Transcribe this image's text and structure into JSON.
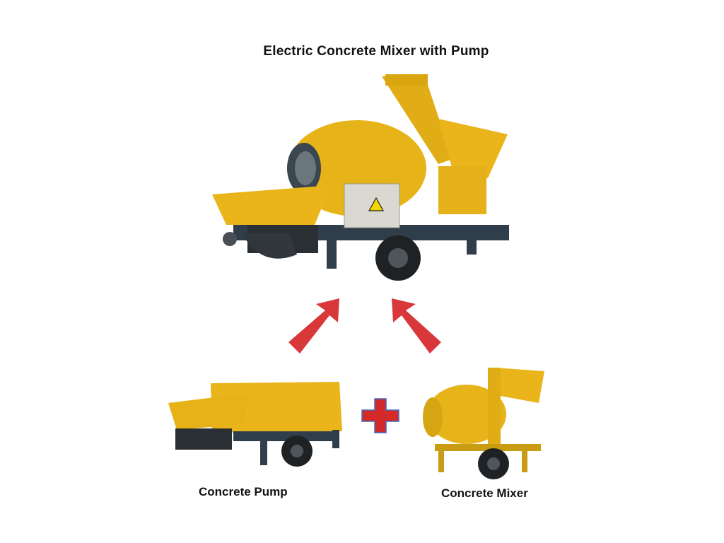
{
  "title": "Electric Concrete Mixer with Pump",
  "captions": {
    "pump": "Concrete Pump",
    "mixer": "Concrete Mixer"
  },
  "colors": {
    "machine_yellow": "#e9b51a",
    "chassis": "#2f3e4a",
    "arrow_red": "#d8383a",
    "plus_red": "#d42a2a"
  },
  "icons": {
    "arrows": "up-arrow",
    "combine": "plus-icon"
  }
}
